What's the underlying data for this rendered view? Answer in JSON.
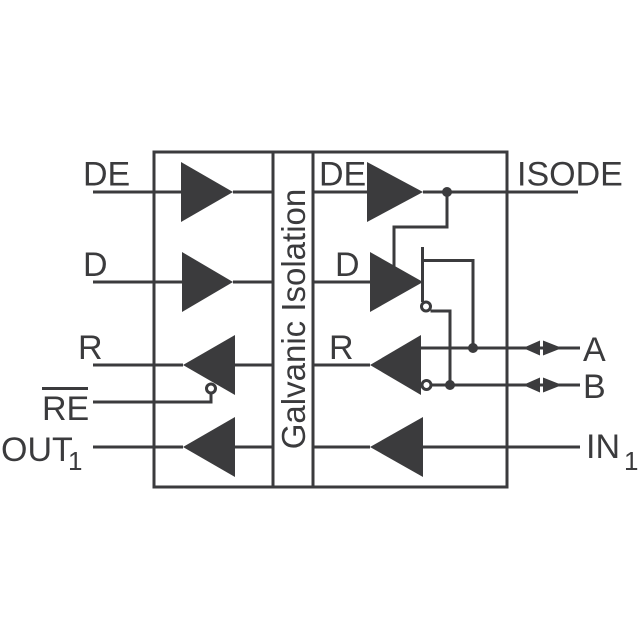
{
  "colors": {
    "ink": "#3b3b3d",
    "background": "#ffffff"
  },
  "isolation_bar": {
    "label": "Galvanic Isolation"
  },
  "left_pins": {
    "de": "DE",
    "d": "D",
    "r": "R",
    "re": "RE",
    "out": "OUT",
    "out_subscript": "1"
  },
  "right_pins": {
    "isode": "ISODE",
    "a": "A",
    "b": "B",
    "in": "IN",
    "in_subscript": "1"
  },
  "internal_labels": {
    "de": "DE",
    "d": "D",
    "r": "R"
  }
}
